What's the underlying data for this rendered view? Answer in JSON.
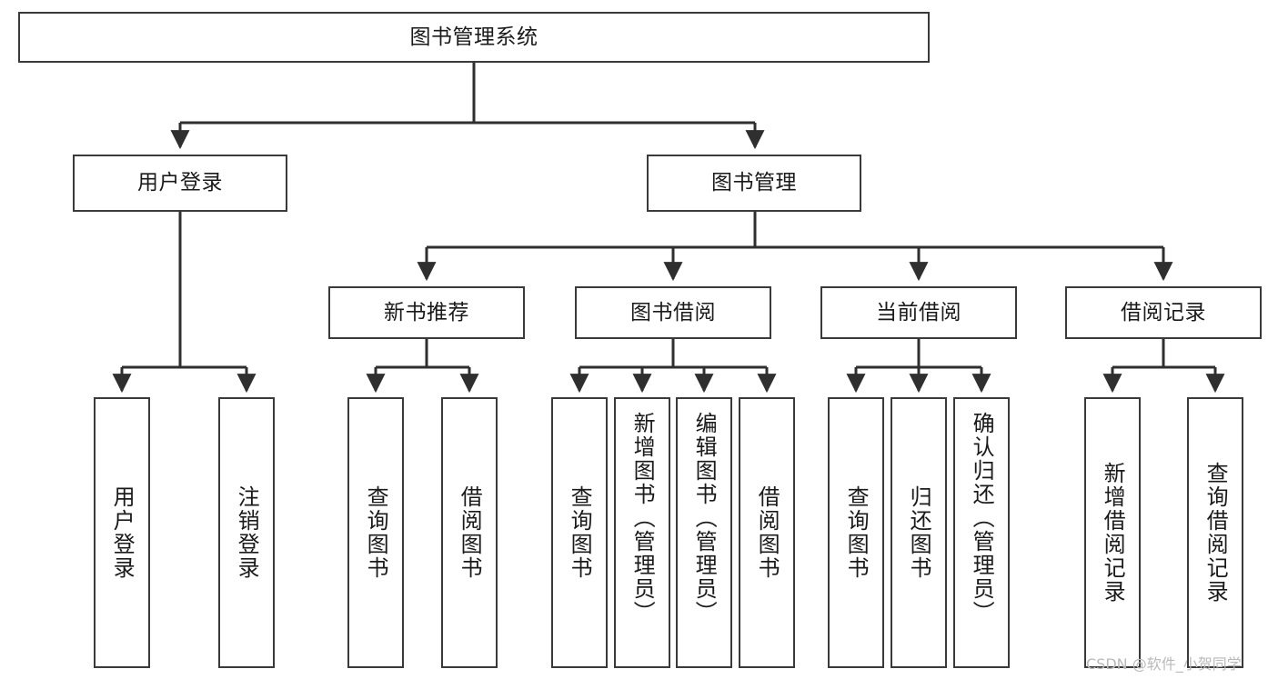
{
  "diagram": {
    "type": "tree-hierarchy",
    "title": "图书管理系统",
    "watermark": "CSDN @软件_小贺同学",
    "colors": {
      "box_border": "#3a3a3a",
      "box_fill": "#ffffff",
      "edge": "#2f2f2f",
      "text": "#1a1a1a",
      "background": "#ffffff",
      "watermark_text": "#b9b9b9"
    },
    "nodes": {
      "root": {
        "label": "图书管理系统"
      },
      "level1": [
        {
          "id": "user-login",
          "label": "用户登录"
        },
        {
          "id": "book-manage",
          "label": "图书管理"
        }
      ],
      "level2": [
        {
          "id": "new-book-rec",
          "label": "新书推荐"
        },
        {
          "id": "book-borrow",
          "label": "图书借阅"
        },
        {
          "id": "current-borrow",
          "label": "当前借阅"
        },
        {
          "id": "borrow-record",
          "label": "借阅记录"
        }
      ],
      "leaves": {
        "user-login": [
          {
            "id": "leaf-user-login",
            "label": "用户登录"
          },
          {
            "id": "leaf-logout",
            "label": "注销登录"
          }
        ],
        "new-book-rec": [
          {
            "id": "leaf-query-book-1",
            "label": "查询图书"
          },
          {
            "id": "leaf-borrow-book-1",
            "label": "借阅图书"
          }
        ],
        "book-borrow": [
          {
            "id": "leaf-query-book-2",
            "label": "查询图书"
          },
          {
            "id": "leaf-add-book",
            "label": "新增图书（管理员）"
          },
          {
            "id": "leaf-edit-book",
            "label": "编辑图书（管理员）"
          },
          {
            "id": "leaf-borrow-book-2",
            "label": "借阅图书"
          }
        ],
        "current-borrow": [
          {
            "id": "leaf-query-book-3",
            "label": "查询图书"
          },
          {
            "id": "leaf-return-book",
            "label": "归还图书"
          },
          {
            "id": "leaf-confirm-return",
            "label": "确认归还（管理员）"
          }
        ],
        "borrow-record": [
          {
            "id": "leaf-add-record",
            "label": "新增借阅记录"
          },
          {
            "id": "leaf-query-record",
            "label": "查询借阅记录"
          }
        ]
      }
    }
  }
}
